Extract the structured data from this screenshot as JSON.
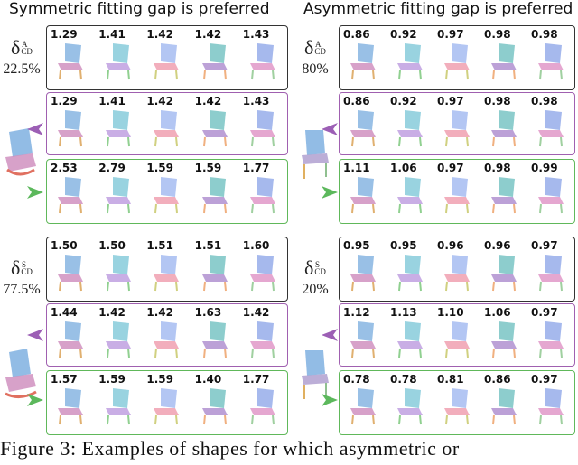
{
  "titles": {
    "left": "Symmetric fitting gap is preferred",
    "right": "Asymmetric fitting gap is preferred"
  },
  "metrics": {
    "top_left": {
      "symbol": "δ",
      "sup": "A",
      "sub": "CD",
      "pct": "22.5%"
    },
    "top_right": {
      "symbol": "δ",
      "sup": "A",
      "sub": "CD",
      "pct": "80%"
    },
    "bottom_left": {
      "symbol": "δ",
      "sup": "S",
      "sub": "CD",
      "pct": "77.5%"
    },
    "bottom_right": {
      "symbol": "δ",
      "sup": "S",
      "sub": "CD",
      "pct": "20%"
    }
  },
  "panels": {
    "tl_black": [
      "1.29",
      "1.41",
      "1.42",
      "1.42",
      "1.43"
    ],
    "tl_purple": [
      "1.29",
      "1.41",
      "1.42",
      "1.42",
      "1.43"
    ],
    "tl_green": [
      "2.53",
      "2.79",
      "1.59",
      "1.59",
      "1.77"
    ],
    "tr_black": [
      "0.86",
      "0.92",
      "0.97",
      "0.98",
      "0.98"
    ],
    "tr_purple": [
      "0.86",
      "0.92",
      "0.97",
      "0.98",
      "0.98"
    ],
    "tr_green": [
      "1.11",
      "1.06",
      "0.97",
      "0.98",
      "0.99"
    ],
    "bl_black": [
      "1.50",
      "1.50",
      "1.51",
      "1.51",
      "1.60"
    ],
    "bl_purple": [
      "1.44",
      "1.42",
      "1.42",
      "1.63",
      "1.42"
    ],
    "bl_green": [
      "1.57",
      "1.59",
      "1.59",
      "1.40",
      "1.77"
    ],
    "br_black": [
      "0.95",
      "0.95",
      "0.96",
      "0.96",
      "0.97"
    ],
    "br_purple": [
      "1.12",
      "1.13",
      "1.10",
      "1.06",
      "0.97"
    ],
    "br_green": [
      "0.78",
      "0.78",
      "0.81",
      "0.86",
      "0.97"
    ]
  },
  "caption": "Figure 3:  Examples of shapes for which asymmetric or",
  "colors": {
    "purple": "#a060b0",
    "green": "#60b85a",
    "black": "#333333"
  }
}
